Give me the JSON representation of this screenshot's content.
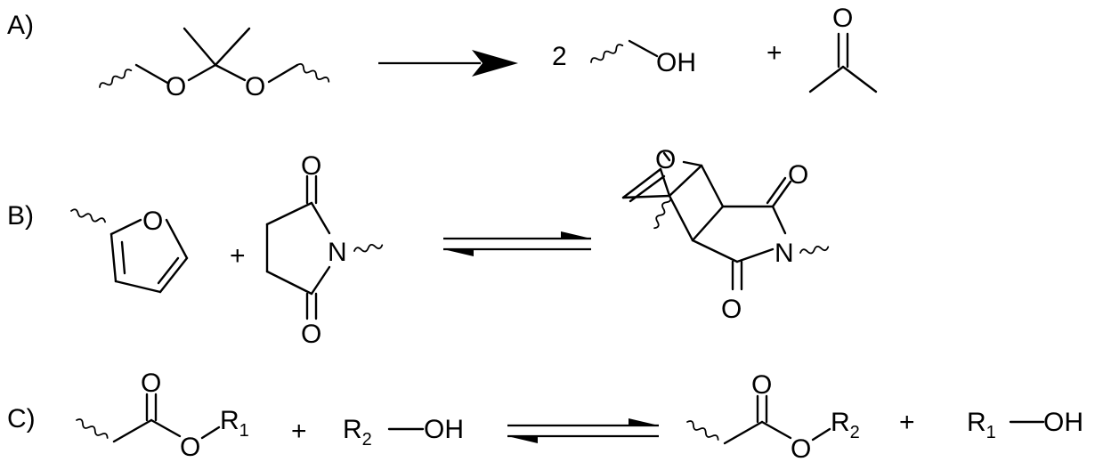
{
  "panels": {
    "a": {
      "label": "A)"
    },
    "b": {
      "label": "B)"
    },
    "c": {
      "label": "C)"
    }
  },
  "atoms": {
    "oxygen": "O",
    "hydroxyl": "OH",
    "nitrogen": "N",
    "r": "R",
    "sub1": "1",
    "sub2": "2"
  },
  "coefficient": "2",
  "plus": "+"
}
